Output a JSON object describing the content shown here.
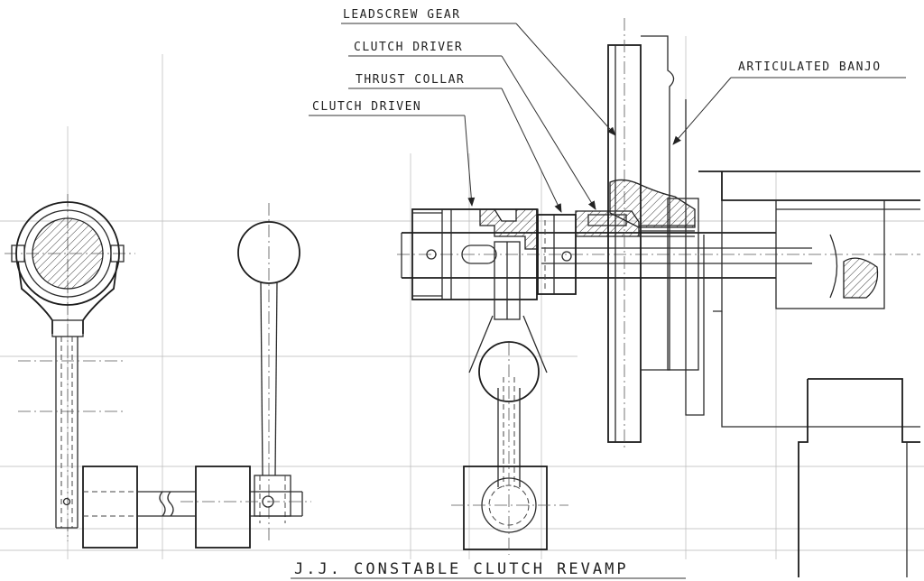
{
  "drawing": {
    "title": "J.J. CONSTABLE CLUTCH REVAMP",
    "callouts": [
      {
        "id": "leadscrew-gear",
        "text": "LEADSCREW GEAR"
      },
      {
        "id": "clutch-driver",
        "text": "CLUTCH DRIVER"
      },
      {
        "id": "thrust-collar",
        "text": "THRUST COLLAR"
      },
      {
        "id": "clutch-driven",
        "text": "CLUTCH DRIVEN"
      },
      {
        "id": "articulated-banjo",
        "text": "ARTICULATED BANJO"
      }
    ]
  }
}
